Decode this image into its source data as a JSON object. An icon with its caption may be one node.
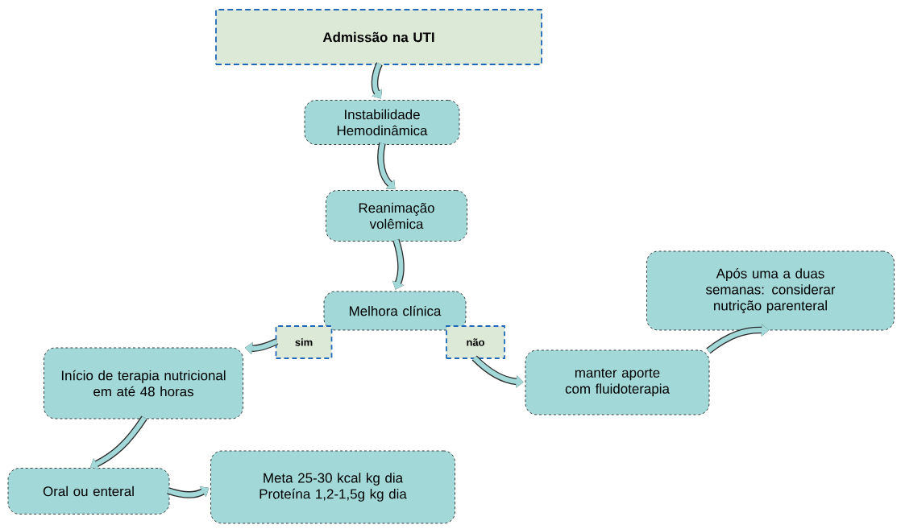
{
  "diagram": {
    "nodes": [
      {
        "text": [
          "Admissão na UTI"
        ]
      },
      {
        "text": [
          "Instabilidade Hemodinâmica"
        ]
      },
      {
        "text": [
          "Reanimação volêmica"
        ]
      },
      {
        "text": [
          "Melhora clínica"
        ]
      },
      {
        "text": [
          "sim"
        ]
      },
      {
        "text": [
          "não"
        ]
      },
      {
        "text": [
          "Início de terapia nutricional em até 48 horas"
        ]
      },
      {
        "text": [
          "manter aporte com fluidoterapia"
        ]
      },
      {
        "text": [
          "Após uma a duas semanas: considerar nutrição parenteral"
        ]
      },
      {
        "text": [
          "Oral ou enteral"
        ]
      },
      {
        "text": [
          "Meta 25-30 kcal kg dia Proteína 1,2-1,5g kg dia"
        ]
      }
    ],
    "edges": [
      {
        "from": 0,
        "to": 1,
        "arrow": "to"
      },
      {
        "from": 1,
        "to": 2,
        "arrow": "to"
      },
      {
        "from": 2,
        "to": 3,
        "arrow": "to"
      },
      {
        "from": 4,
        "to": 6,
        "arrow": "to"
      },
      {
        "from": 5,
        "to": 7,
        "arrow": "to"
      },
      {
        "from": 7,
        "to": 8,
        "arrow": "to"
      },
      {
        "from": 6,
        "to": 9,
        "arrow": "to"
      },
      {
        "from": 9,
        "to": 10,
        "arrow": "to"
      }
    ]
  }
}
